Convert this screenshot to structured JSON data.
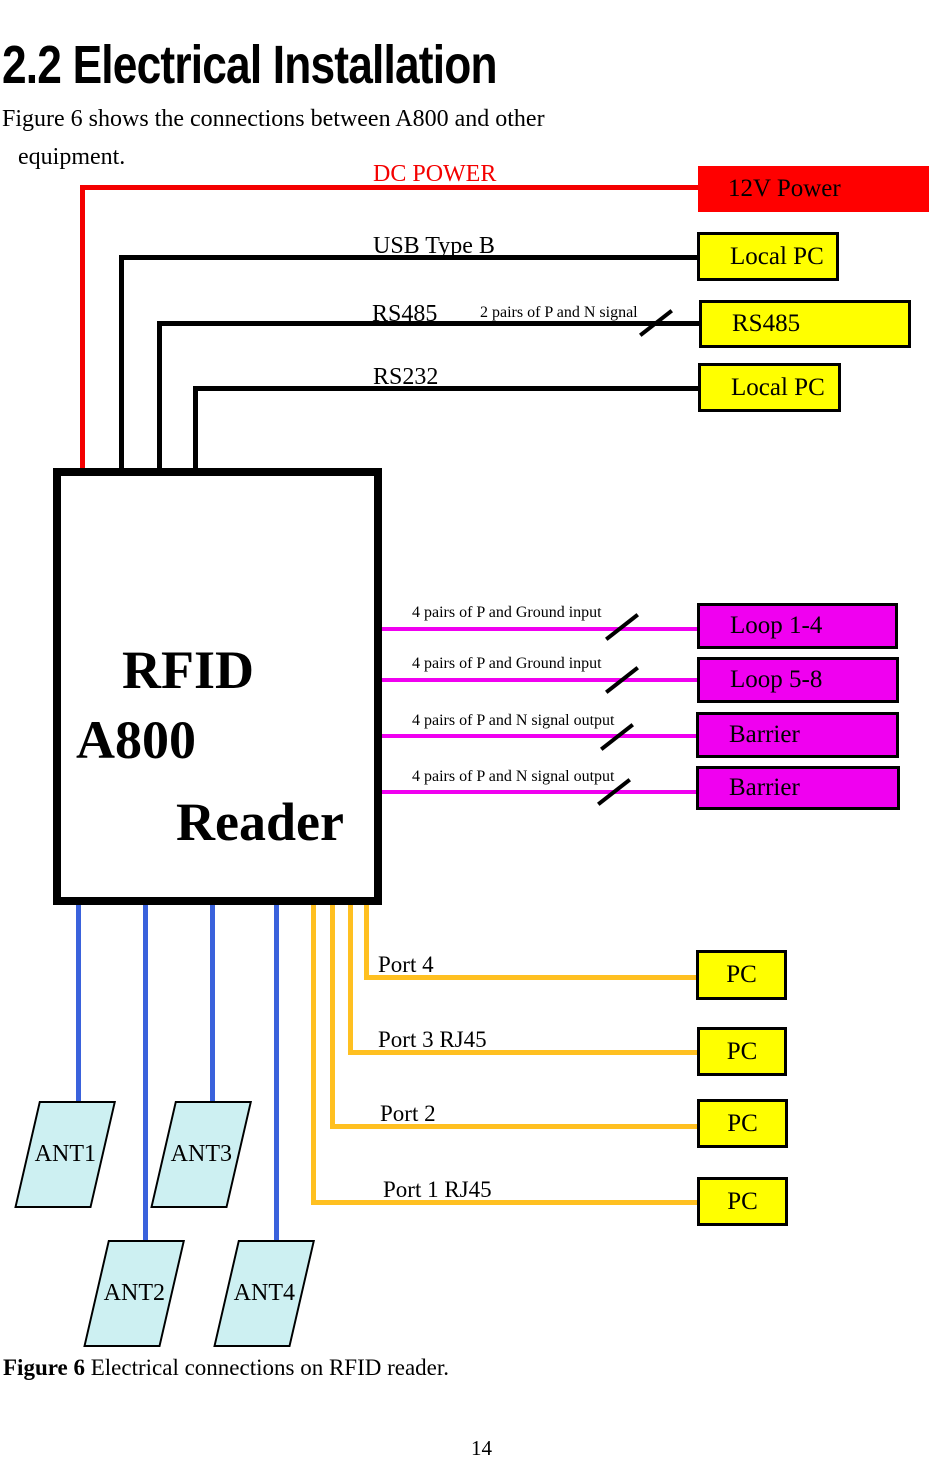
{
  "page": {
    "title": "2.2 Electrical Installation",
    "intro_line1": "Figure 6 shows the connections between A800 and other",
    "intro_line2": "equipment.",
    "caption_label": "Figure 6",
    "caption_text": " Electrical connections on RFID reader.",
    "page_number": "14"
  },
  "reader": {
    "line1": "RFID",
    "line2": "A800",
    "line3": "Reader"
  },
  "top_connections": [
    {
      "label": "DC POWER",
      "target": "12V Power"
    },
    {
      "label": "USB Type B",
      "target": "Local PC"
    },
    {
      "label": "RS485",
      "note": "2 pairs of P and N signal",
      "target": "RS485"
    },
    {
      "label": "RS232",
      "target": "Local PC"
    }
  ],
  "loop_connections": [
    {
      "label": "4 pairs of P and Ground input",
      "target": "Loop 1-4"
    },
    {
      "label": "4 pairs of P and Ground input",
      "target": "Loop 5-8"
    },
    {
      "label": "4 pairs of P and N signal output",
      "target": "Barrier"
    },
    {
      "label": "4 pairs of P and N signal output",
      "target": "Barrier"
    }
  ],
  "port_connections": [
    {
      "label": "Port 4",
      "target": "PC"
    },
    {
      "label": "Port 3 RJ45",
      "target": "PC"
    },
    {
      "label": "Port 2",
      "target": "PC"
    },
    {
      "label": "Port 1 RJ45",
      "target": "PC"
    }
  ],
  "antennas": [
    {
      "label": "ANT1"
    },
    {
      "label": "ANT2"
    },
    {
      "label": "ANT3"
    },
    {
      "label": "ANT4"
    }
  ],
  "colors": {
    "power_red": "#ff0000",
    "device_yellow": "#ffff00",
    "loop_magenta": "#f000f0",
    "port_orange": "#ffc021",
    "antenna_line_blue": "#3a62dc",
    "antenna_fill_cyan": "#cdf0f2"
  }
}
